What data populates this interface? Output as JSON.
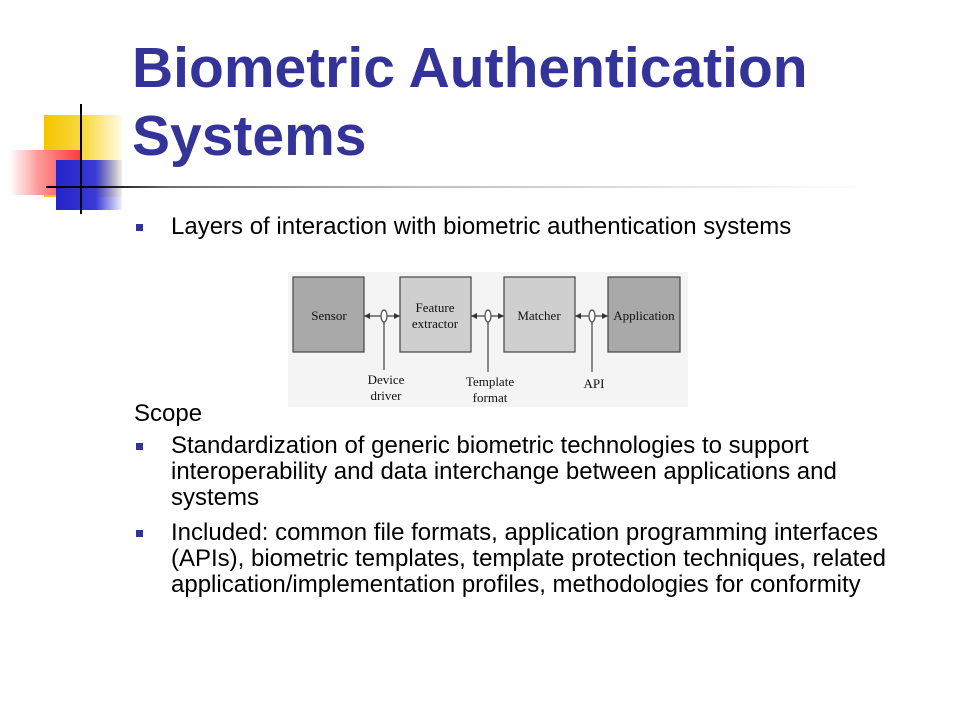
{
  "slide": {
    "title": "Biometric Authentication Systems",
    "bullets_top": [
      {
        "text": "Layers of interaction with biometric authentication systems"
      }
    ],
    "diagram": {
      "blocks": [
        {
          "label_lines": [
            "Sensor"
          ],
          "fill": "#a9a9a9"
        },
        {
          "label_lines": [
            "Feature",
            "extractor"
          ],
          "fill": "#cfcfcf"
        },
        {
          "label_lines": [
            "Matcher"
          ],
          "fill": "#cfcfcf"
        },
        {
          "label_lines": [
            "Application"
          ],
          "fill": "#a9a9a9"
        }
      ],
      "interfaces": [
        {
          "label_lines": [
            "Device",
            "driver"
          ]
        },
        {
          "label_lines": [
            "Template",
            "format"
          ]
        },
        {
          "label_lines": [
            "API"
          ]
        }
      ]
    },
    "scope_label": "Scope",
    "bullets_bottom": [
      {
        "text": "Standardization of generic biometric technologies to support interoperability and data interchange between applications and systems"
      },
      {
        "text": "Included: common file formats, application programming interfaces (APIs), biometric templates, template protection techniques, related application/implementation profiles, methodologies for conformity"
      }
    ],
    "colors": {
      "title": "#333399",
      "bullet": "#333399"
    }
  }
}
